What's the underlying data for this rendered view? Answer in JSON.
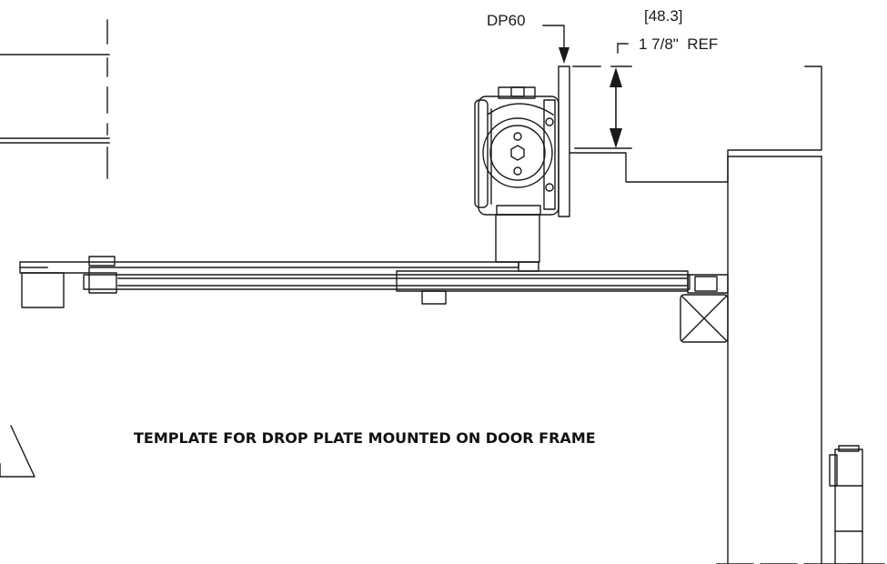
{
  "drawing": {
    "callout_label": "DP60",
    "dimension_metric": "[48.3]",
    "dimension_imperial": "1 7/8\"  REF",
    "caption": "TEMPLATE FOR DROP PLATE MOUNTED ON DOOR FRAME"
  },
  "colors": {
    "line": "#1a1a1a",
    "background": "#ffffff"
  }
}
